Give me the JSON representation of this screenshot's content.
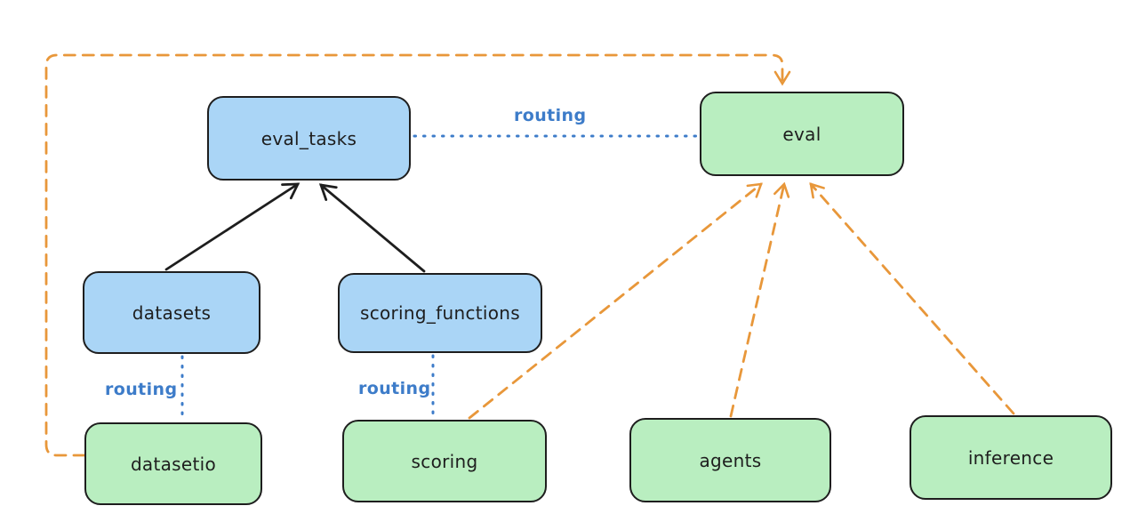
{
  "diagram": {
    "background_color": "#ffffff",
    "labels": {
      "routing": "routing"
    },
    "colors": {
      "node_blue_fill": "#aad5f6",
      "node_green_fill": "#b9eec0",
      "node_stroke": "#1e1e1e",
      "routing_line_blue": "#3d7cc9",
      "provider_line_orange": "#e8973a",
      "solid_arrow_black": "#1e1e1e"
    },
    "nodes": {
      "eval_tasks": {
        "label": "eval_tasks",
        "fill": "#aad5f6"
      },
      "eval": {
        "label": "eval",
        "fill": "#b9eec0"
      },
      "datasets": {
        "label": "datasets",
        "fill": "#aad5f6"
      },
      "scoring_functions": {
        "label": "scoring_functions",
        "fill": "#aad5f6"
      },
      "datasetio": {
        "label": "datasetio",
        "fill": "#b9eec0"
      },
      "scoring": {
        "label": "scoring",
        "fill": "#b9eec0"
      },
      "agents": {
        "label": "agents",
        "fill": "#b9eec0"
      },
      "inference": {
        "label": "inference",
        "fill": "#b9eec0"
      }
    },
    "edges": [
      {
        "from": "datasets",
        "to": "eval_tasks",
        "style": "solid",
        "color": "#1e1e1e",
        "arrow": true,
        "label": ""
      },
      {
        "from": "scoring_functions",
        "to": "eval_tasks",
        "style": "solid",
        "color": "#1e1e1e",
        "arrow": true,
        "label": ""
      },
      {
        "from": "eval_tasks",
        "to": "eval",
        "style": "dotted",
        "color": "#3d7cc9",
        "arrow": false,
        "label": "routing"
      },
      {
        "from": "datasets",
        "to": "datasetio",
        "style": "dotted",
        "color": "#3d7cc9",
        "arrow": false,
        "label": "routing"
      },
      {
        "from": "scoring_functions",
        "to": "scoring",
        "style": "dotted",
        "color": "#3d7cc9",
        "arrow": false,
        "label": "routing"
      },
      {
        "from": "datasetio",
        "to": "eval",
        "style": "dashed",
        "color": "#e8973a",
        "arrow": true,
        "label": ""
      },
      {
        "from": "scoring",
        "to": "eval",
        "style": "dashed",
        "color": "#e8973a",
        "arrow": true,
        "label": ""
      },
      {
        "from": "agents",
        "to": "eval",
        "style": "dashed",
        "color": "#e8973a",
        "arrow": true,
        "label": ""
      },
      {
        "from": "inference",
        "to": "eval",
        "style": "dashed",
        "color": "#e8973a",
        "arrow": true,
        "label": ""
      }
    ]
  }
}
